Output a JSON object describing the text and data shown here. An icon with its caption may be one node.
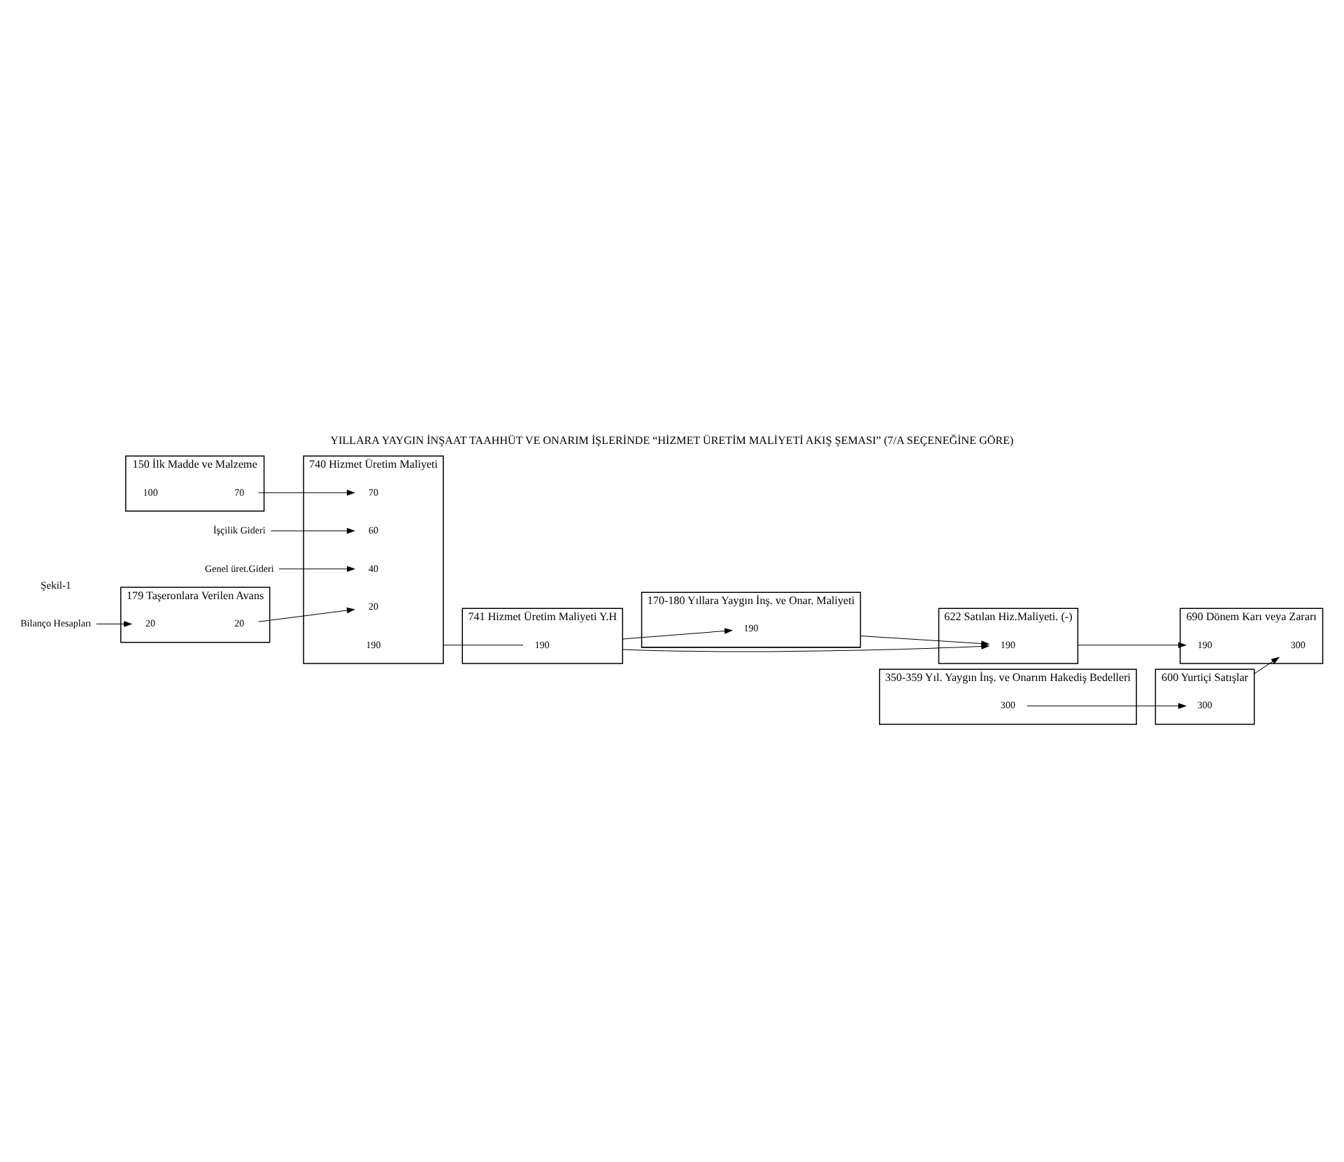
{
  "diagram": {
    "title": "YILLARA YAYGIN İNŞAAT TAAHHÜT VE ONARIM İŞLERİNDE “HİZMET ÜRETİM MALİYETİ AKIŞ ŞEMASI” (7/A SEÇENEĞİNE GÖRE)",
    "caption": "Şekil-1",
    "nodes": [
      {
        "text": [
          "150 İlk Madde ve Malzeme"
        ]
      },
      {
        "text": [
          "100"
        ],
        "in": 0
      },
      {
        "text": [
          "70"
        ],
        "in": 0
      },
      {
        "text": [
          "740 Hizmet Üretim Maliyeti"
        ]
      },
      {
        "text": [
          "70"
        ],
        "in": 3
      },
      {
        "text": [
          "60"
        ],
        "in": 3
      },
      {
        "text": [
          "40"
        ],
        "in": 3
      },
      {
        "text": [
          "20"
        ],
        "in": 3
      },
      {
        "text": [
          "190"
        ],
        "in": 3
      },
      {
        "text": [
          "741 Hizmet Üretim Maliyeti Y.H"
        ]
      },
      {
        "text": [
          "190"
        ],
        "in": 9
      },
      {
        "text": [
          "170-180 Yıllara Yaygın İnş. ve Onar. Maliyeti"
        ]
      },
      {
        "text": [
          "190"
        ],
        "in": 11
      },
      {
        "text": [
          "622 Satılan Hiz.Maliyeti. (-)"
        ]
      },
      {
        "text": [
          "190"
        ],
        "in": 13
      },
      {
        "text": [
          "350-359 Yıl. Yaygın İnş. ve Onarım Hakediş Bedelleri"
        ]
      },
      {
        "text": [
          "300"
        ],
        "in": 15
      },
      {
        "text": [
          "İşçilik Gideri"
        ]
      },
      {
        "text": [
          "Genel üret.Gideri"
        ]
      },
      {
        "text": [
          "179 Taşeronlara Verilen Avans"
        ]
      },
      {
        "text": [
          "20"
        ],
        "in": 19
      },
      {
        "text": [
          "20"
        ],
        "in": 19
      },
      {
        "text": [
          "Bilanço Hesapları"
        ]
      },
      {
        "text": [
          "600 Yurtiçi Satışlar"
        ]
      },
      {
        "text": [
          "300"
        ],
        "in": 23
      },
      {
        "text": [
          "690 Dönem Karı veya Zararı"
        ]
      },
      {
        "text": [
          "190"
        ],
        "in": 25
      },
      {
        "text": [
          "300"
        ],
        "in": 25
      }
    ],
    "edges": [
      {
        "from": 2,
        "to": 4,
        "arrow": "to"
      },
      {
        "from": 17,
        "to": 5,
        "arrow": "to"
      },
      {
        "from": 18,
        "to": 6,
        "arrow": "to"
      },
      {
        "from": 21,
        "to": 7,
        "arrow": "to"
      },
      {
        "from": 22,
        "to": 20,
        "arrow": "to"
      },
      {
        "from": 3,
        "to": 10,
        "arrow": "none"
      },
      {
        "from": 9,
        "to": 12,
        "arrow": "to"
      },
      {
        "from": 9,
        "to": 14,
        "arrow": "to"
      },
      {
        "from": 11,
        "to": 14,
        "arrow": "to"
      },
      {
        "from": 13,
        "to": 26,
        "arrow": "to"
      },
      {
        "from": 16,
        "to": 24,
        "arrow": "to"
      },
      {
        "from": 23,
        "to": 27,
        "arrow": "to"
      }
    ]
  }
}
